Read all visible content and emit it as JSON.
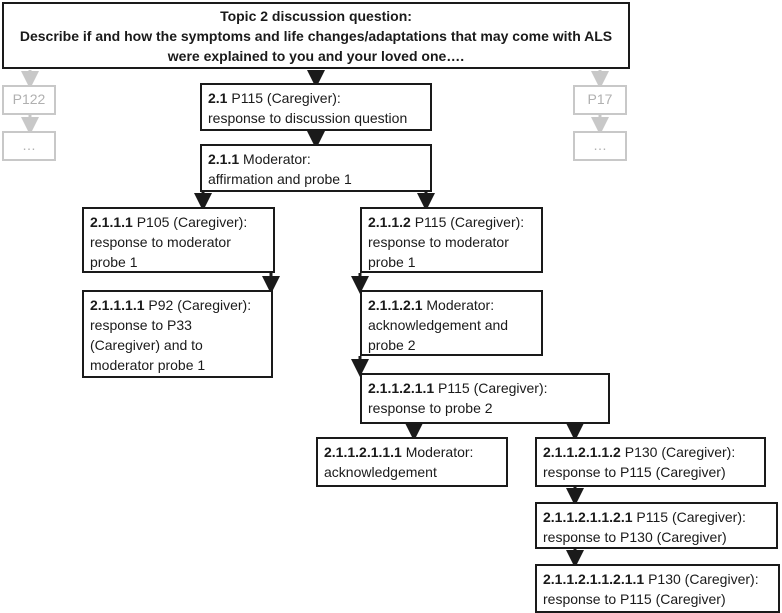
{
  "topic": {
    "line1": "Topic 2 discussion question:",
    "line2": "Describe if and how the symptoms and life changes/adaptations that may come with ALS",
    "line3": "were explained to you and your loved one…."
  },
  "side": {
    "left_top": "P122",
    "left_bottom": "…",
    "right_top": "P17",
    "right_bottom": "…"
  },
  "nodes": {
    "n2_1": {
      "id": "2.1",
      "text1": " P115 (Caregiver):",
      "text2": "response to discussion question"
    },
    "n2_1_1": {
      "id": "2.1.1",
      "text1": " Moderator:",
      "text2": "affirmation and probe 1"
    },
    "n2_1_1_1": {
      "id": "2.1.1.1",
      "text1": " P105 (Caregiver):",
      "text2": "response to moderator",
      "text3": "probe 1"
    },
    "n2_1_1_1_1": {
      "id": "2.1.1.1.1",
      "text1": " P92 (Caregiver):",
      "text2": "response to P33",
      "text3": "(Caregiver) and to",
      "text4": "moderator probe 1"
    },
    "n2_1_1_2": {
      "id": "2.1.1.2",
      "text1": " P115 (Caregiver):",
      "text2": "response to moderator",
      "text3": "probe 1"
    },
    "n2_1_1_2_1": {
      "id": "2.1.1.2.1",
      "text1": "  Moderator:",
      "text2": "acknowledgement and",
      "text3": "probe 2"
    },
    "n2_1_1_2_1_1": {
      "id": "2.1.1.2.1.1",
      "text1": " P115 (Caregiver):",
      "text2": "response to probe 2"
    },
    "n_mod_ack": {
      "id": "2.1.1.2.1.1.1",
      "text1": "  Moderator:",
      "text2": "acknowledgement"
    },
    "n_p130": {
      "id": "2.1.1.2.1.1.2",
      "text1": " P130 (Caregiver):",
      "text2": "response to P115 (Caregiver)"
    },
    "n_p115b": {
      "id": "2.1.1.2.1.1.2.1",
      "text1": " P115 (Caregiver):",
      "text2": "response to P130 (Caregiver)"
    },
    "n_p130b": {
      "id": "2.1.1.2.1.1.2.1.1",
      "text1": " P130 (Caregiver):",
      "text2": "response to P115 (Caregiver)"
    }
  },
  "colors": {
    "node_border": "#1a1a1a",
    "ghost_border": "#c8c8c8",
    "ghost_text": "#b0b0b0"
  }
}
